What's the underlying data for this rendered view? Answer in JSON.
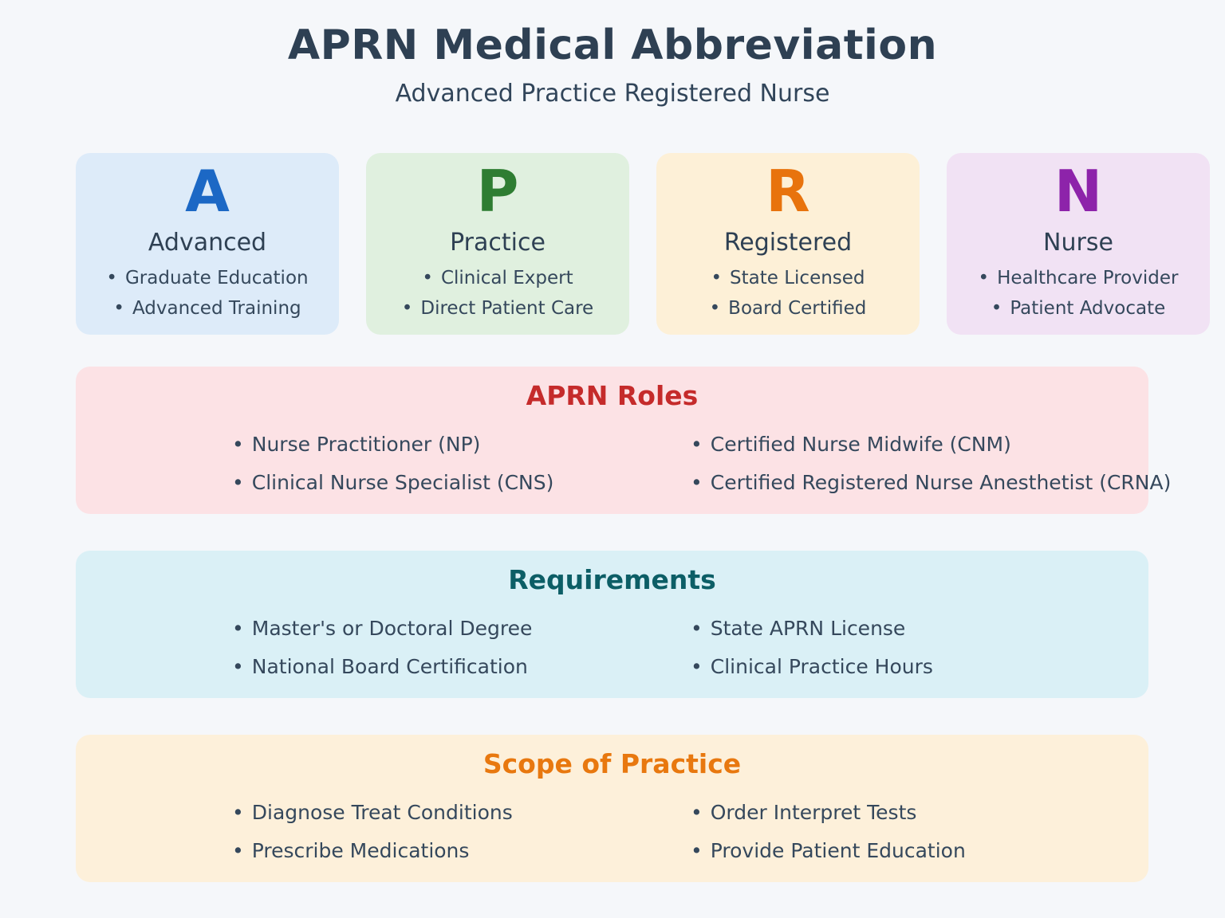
{
  "header": {
    "title": "APRN Medical Abbreviation",
    "subtitle": "Advanced Practice Registered Nurse"
  },
  "glyphs": {
    "bullet": "•"
  },
  "letter_cards": [
    {
      "letter": "A",
      "word": "Advanced",
      "bullets": [
        "Graduate Education",
        "Advanced Training"
      ],
      "letter_color": "#1c68c5",
      "bg_color": "#ddebf9"
    },
    {
      "letter": "P",
      "word": "Practice",
      "bullets": [
        "Clinical Expert",
        "Direct Patient Care"
      ],
      "letter_color": "#2e7d32",
      "bg_color": "#e0f0df"
    },
    {
      "letter": "R",
      "word": "Registered",
      "bullets": [
        "State Licensed",
        "Board Certified"
      ],
      "letter_color": "#e8730d",
      "bg_color": "#fdf0d7"
    },
    {
      "letter": "N",
      "word": "Nurse",
      "bullets": [
        "Healthcare Provider",
        "Patient Advocate"
      ],
      "letter_color": "#8d23aa",
      "bg_color": "#f1e2f4"
    }
  ],
  "sections": [
    {
      "title": "APRN Roles",
      "title_color": "#c52b2b",
      "bg_color": "#fce2e5",
      "items": [
        "Nurse Practitioner (NP)",
        "Certified Nurse Midwife (CNM)",
        "Clinical Nurse Specialist (CNS)",
        "Certified Registered Nurse Anesthetist (CRNA)"
      ]
    },
    {
      "title": "Requirements",
      "title_color": "#0c5e66",
      "bg_color": "#daf0f6",
      "items": [
        "Master's or Doctoral Degree",
        "State APRN License",
        "National Board Certification",
        "Clinical Practice Hours"
      ]
    },
    {
      "title": "Scope of Practice",
      "title_color": "#e8780f",
      "bg_color": "#fdf0da",
      "items": [
        "Diagnose Treat Conditions",
        "Order Interpret Tests",
        "Prescribe Medications",
        "Provide Patient Education"
      ]
    }
  ],
  "colors": {
    "page_bg": "#f5f7fa",
    "heading_text": "#2e4053",
    "body_text": "#35485c"
  }
}
